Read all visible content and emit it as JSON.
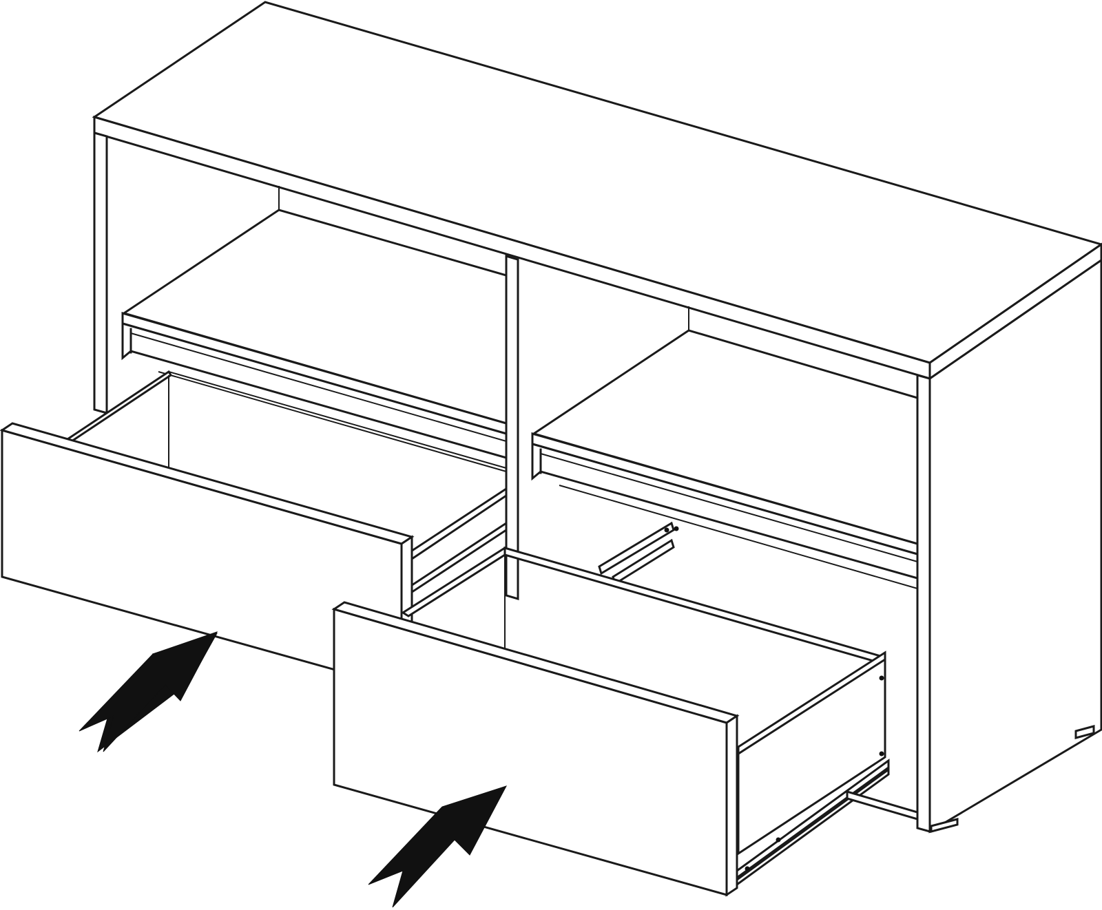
{
  "illustration": {
    "subject": "sideboard-drawer-insertion",
    "line_color": "#1a1a1a",
    "background_color": "#ffffff",
    "arrow_color": "#111111",
    "arrow_count": 2,
    "drawer_count": 2,
    "shelf_count": 2
  }
}
